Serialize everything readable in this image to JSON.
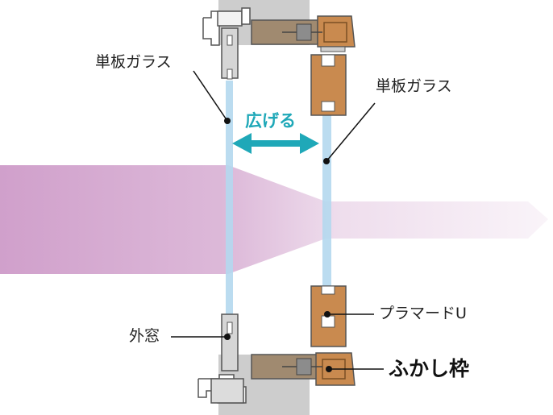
{
  "labels": {
    "left_glass": "単板ガラス",
    "right_glass": "単板ガラス",
    "widen": "広げる",
    "outer_window": "外窓",
    "plamade": "プラマードU",
    "fukashi": "ふかし枠"
  },
  "colors": {
    "light_beam": "#c88fc2",
    "arrow": "#1fa8b8",
    "glass": "#b4d8ee",
    "wood": "#c98a4f",
    "wall": "#cdcdcd",
    "frame": "#7d7d7d"
  }
}
